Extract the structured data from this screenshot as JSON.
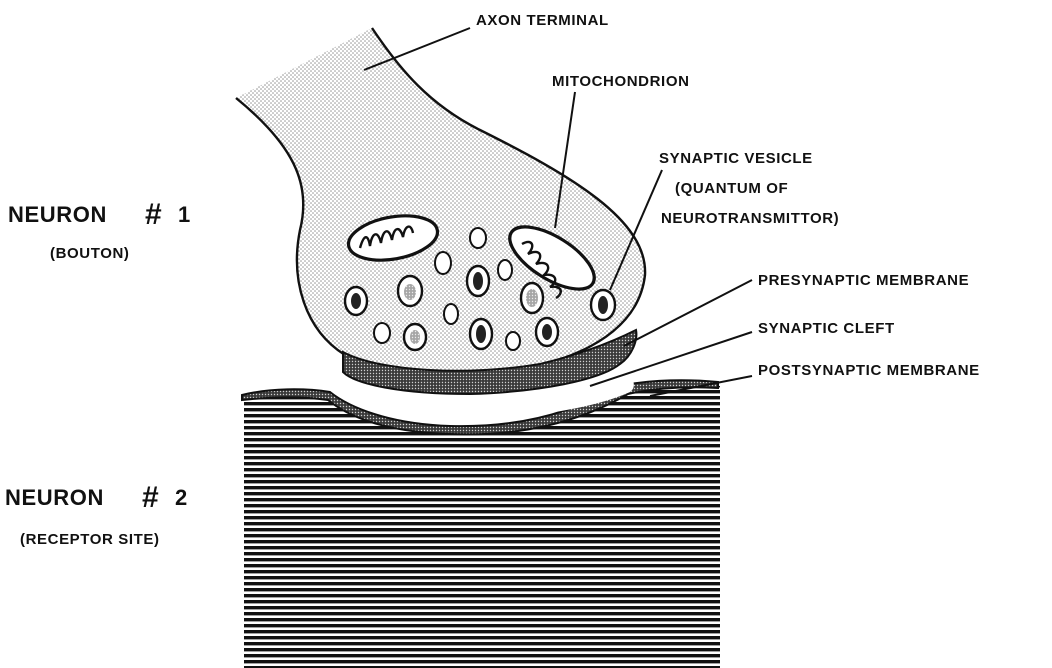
{
  "labels": {
    "axon_terminal": "AXON TERMINAL",
    "mitochondrion": "MITOCHONDRION",
    "synaptic_vesicle": [
      "SYNAPTIC VESICLE",
      "(QUANTUM OF",
      "NEUROTRANSMITTOR)"
    ],
    "presynaptic_membrane": "PRESYNAPTIC MEMBRANE",
    "synaptic_cleft": "SYNAPTIC CLEFT",
    "postsynaptic_membrane": "POSTSYNAPTIC MEMBRANE",
    "neuron1": {
      "name": "NEURON",
      "symbol": "#",
      "number": "1",
      "sub": "(BOUTON)"
    },
    "neuron2": {
      "name": "NEURON",
      "symbol": "#",
      "number": "2",
      "sub": "(RECEPTOR SITE)"
    }
  },
  "colors": {
    "ink": "#111111",
    "stipple": "#9a9a9a",
    "paper": "#ffffff"
  }
}
